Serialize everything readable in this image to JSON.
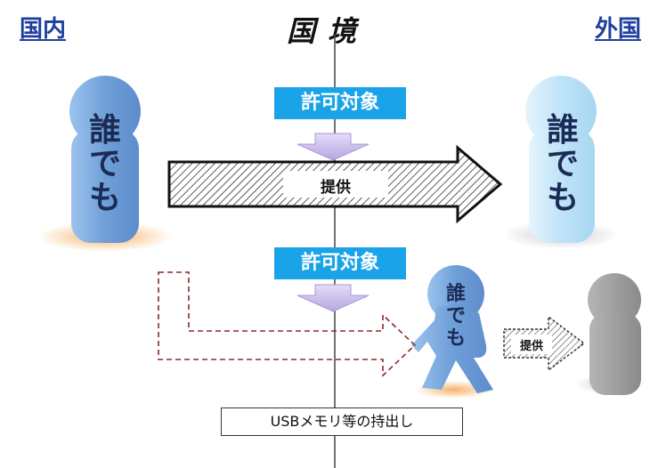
{
  "headers": {
    "domestic": "国内",
    "border": "国境",
    "foreign": "外国"
  },
  "persons": {
    "person_label": "誰でも"
  },
  "permit_labels": {
    "top": "許可対象",
    "bottom": "許可対象"
  },
  "flows": {
    "provide_top": "提供",
    "provide_bottom": "提供"
  },
  "usb_box": "USBメモリ等の持出し",
  "colors": {
    "permit_bg": "#1aa3e8",
    "header_text": "#1f3fa0",
    "person_left": "#6f9fd8",
    "person_right": "#bfe3f7",
    "person_gray": "#9a9a9a",
    "dashed_arrow": "#8b2a2a"
  }
}
